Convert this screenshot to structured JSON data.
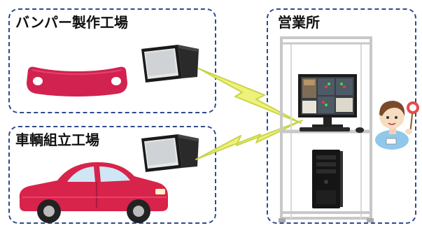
{
  "panels": {
    "bumper_factory": {
      "title": "バンパー製作工場"
    },
    "assembly_factory": {
      "title": "車輌組立工場"
    },
    "sales_office": {
      "title": "営業所"
    }
  },
  "colors": {
    "panel_border": "#2e4a8c",
    "bumper": "#d2224f",
    "car_body": "#d8234a",
    "lightning_fill": "#eef27a",
    "lightning_edge": "#c9d44a",
    "rack_frame": "#c8c8c8",
    "monitor": "#1b1b1b",
    "person_shirt": "#8fc8ea"
  },
  "icons": [
    "bumper-icon",
    "projector-screen-icon",
    "lightning-bolt-icon",
    "car-icon",
    "server-rack-icon",
    "monitor-icon",
    "desktop-tower-icon",
    "person-with-sign-icon"
  ]
}
